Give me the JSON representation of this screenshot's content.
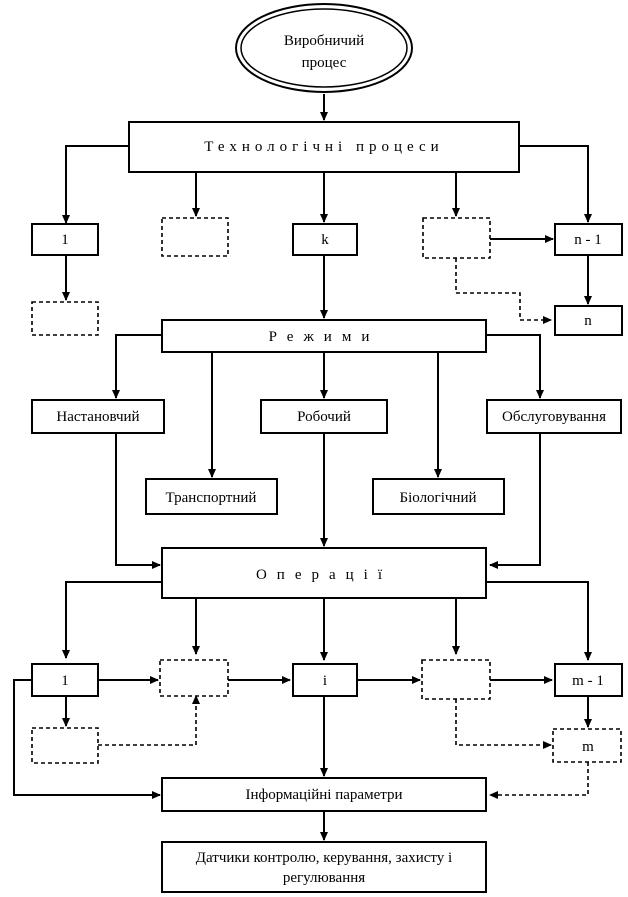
{
  "diagram": {
    "top": "Виробничий процес",
    "top_line1": "Виробничий",
    "top_line2": "процес",
    "tech": "Технологічні процеси",
    "tech_boxes": [
      "1",
      "k",
      "n - 1",
      "n"
    ],
    "modes": "Режими",
    "mode_boxes": [
      "Настановчий",
      "Робочий",
      "Обслуговування",
      "Транспортний",
      "Біологічний"
    ],
    "ops": "Операції",
    "op_boxes": [
      "1",
      "i",
      "m - 1",
      "m"
    ],
    "info": "Інформаційні параметри",
    "sensors_line1": "Датчики контролю, керування, захисту і",
    "sensors_line2": "регулювання"
  }
}
